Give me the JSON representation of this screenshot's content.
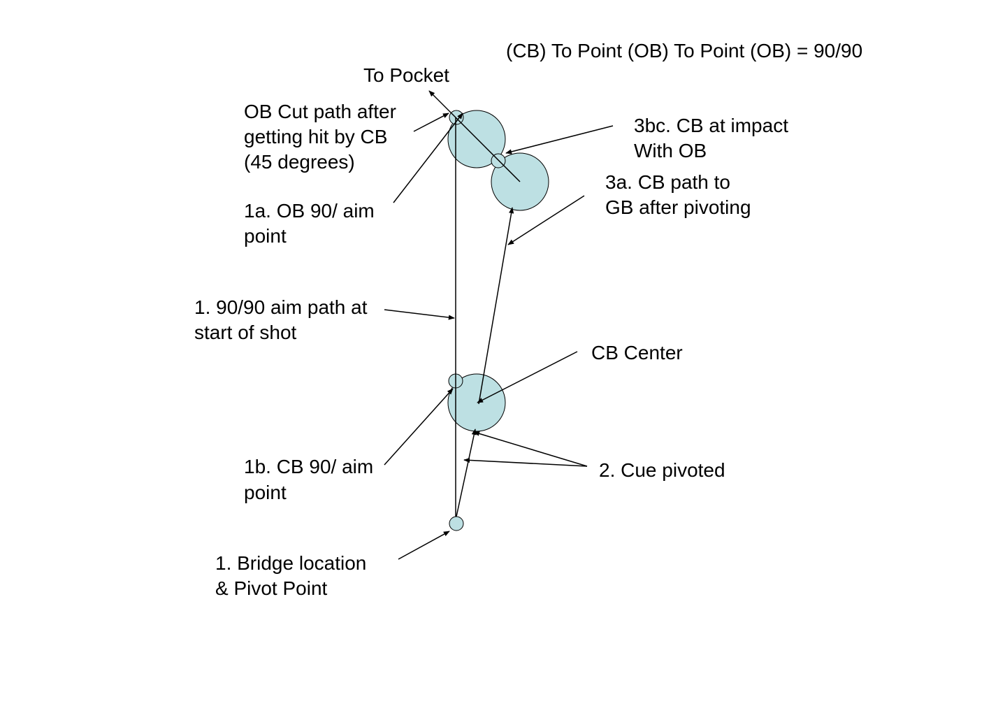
{
  "colors": {
    "ball_fill": "#bde0e3",
    "stroke": "#000000",
    "background": "#ffffff"
  },
  "labels": {
    "header": "(CB) To Point (OB) To Point (OB) = 90/90",
    "to_pocket": "To Pocket",
    "ob_cut_path": [
      "OB Cut path after",
      "getting hit by CB",
      "(45 degrees)"
    ],
    "cb_at_impact": [
      "3bc. CB at impact",
      "With OB"
    ],
    "cb_path_to_gb": [
      "3a. CB path to",
      "GB after pivoting"
    ],
    "ob_aim_point": [
      "1a. OB 90/ aim",
      "point"
    ],
    "aim_path": [
      "1. 90/90 aim path at",
      "start of shot"
    ],
    "cb_center": "CB Center",
    "cb_aim_point": [
      "1b. CB 90/ aim",
      "point"
    ],
    "cue_pivoted": "2. Cue pivoted",
    "bridge_location": [
      "1. Bridge location",
      "& Pivot Point"
    ]
  }
}
